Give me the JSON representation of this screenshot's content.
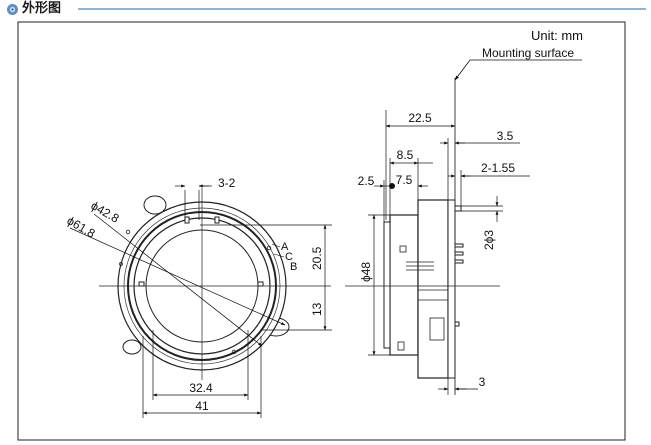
{
  "header": {
    "title": "外形图",
    "bullet_icon": "blue-gear-bullet-icon",
    "accent_color": "#8ab4d8"
  },
  "diagram": {
    "unit_label": "Unit: mm",
    "mounting_label": "Mounting surface",
    "front_view": {
      "dim_3_2": "3-2",
      "dim_phi_42_8": "ϕ42.8",
      "dim_phi_61_8": "ϕ61.8",
      "label_a": "A",
      "label_c": "C",
      "label_b": "B",
      "dim_20_5": "20.5",
      "dim_13": "13",
      "dim_32_4": "32.4",
      "dim_41": "41"
    },
    "side_view": {
      "dim_22_5": "22.5",
      "dim_3_5": "3.5",
      "dim_8_5": "8.5",
      "dim_2_5": "2.5",
      "dim_7_5": "7.5",
      "dim_2_1_55": "2-1.55",
      "dim_2_phi_3": "2ϕ3",
      "dim_phi_48": "ϕ48",
      "dim_3": "3"
    }
  }
}
